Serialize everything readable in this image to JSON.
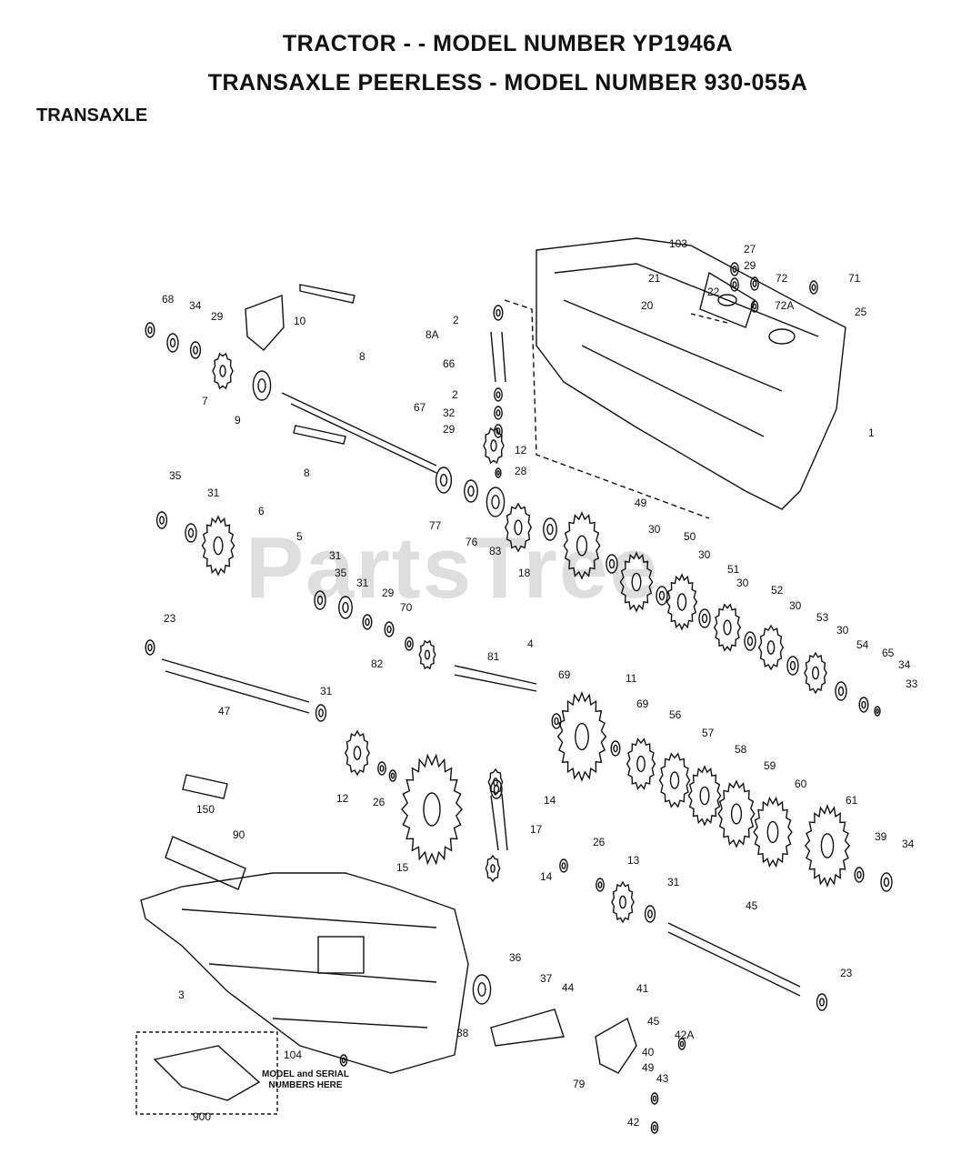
{
  "header": {
    "title_line1": "TRACTOR - - MODEL NUMBER YP1946A",
    "title_line2": "TRANSAXLE PEERLESS - MODEL NUMBER 930-055A",
    "section": "TRANSAXLE"
  },
  "watermark": "PartsTree",
  "note": {
    "line1": "MODEL and SERIAL",
    "line2": "NUMBERS HERE"
  },
  "callouts": [
    {
      "id": "c-103",
      "label": "103"
    },
    {
      "id": "c-27",
      "label": "27"
    },
    {
      "id": "c-29a",
      "label": "29"
    },
    {
      "id": "c-21",
      "label": "21"
    },
    {
      "id": "c-22",
      "label": "22"
    },
    {
      "id": "c-72",
      "label": "72"
    },
    {
      "id": "c-71",
      "label": "71"
    },
    {
      "id": "c-20",
      "label": "20"
    },
    {
      "id": "c-72a",
      "label": "72A"
    },
    {
      "id": "c-25",
      "label": "25"
    },
    {
      "id": "c-1",
      "label": "1"
    },
    {
      "id": "c-68",
      "label": "68"
    },
    {
      "id": "c-34a",
      "label": "34"
    },
    {
      "id": "c-29b",
      "label": "29"
    },
    {
      "id": "c-10",
      "label": "10"
    },
    {
      "id": "c-7",
      "label": "7"
    },
    {
      "id": "c-9",
      "label": "9"
    },
    {
      "id": "c-8a",
      "label": "8"
    },
    {
      "id": "c-8b",
      "label": "8"
    },
    {
      "id": "c-67",
      "label": "67"
    },
    {
      "id": "c-2a",
      "label": "2"
    },
    {
      "id": "c-8A",
      "label": "8A"
    },
    {
      "id": "c-66",
      "label": "66"
    },
    {
      "id": "c-2b",
      "label": "2"
    },
    {
      "id": "c-32",
      "label": "32"
    },
    {
      "id": "c-29c",
      "label": "29"
    },
    {
      "id": "c-12a",
      "label": "12"
    },
    {
      "id": "c-28",
      "label": "28"
    },
    {
      "id": "c-35a",
      "label": "35"
    },
    {
      "id": "c-31a",
      "label": "31"
    },
    {
      "id": "c-6",
      "label": "6"
    },
    {
      "id": "c-77",
      "label": "77"
    },
    {
      "id": "c-76",
      "label": "76"
    },
    {
      "id": "c-83",
      "label": "83"
    },
    {
      "id": "c-18",
      "label": "18"
    },
    {
      "id": "c-49",
      "label": "49"
    },
    {
      "id": "c-5",
      "label": "5"
    },
    {
      "id": "c-30a",
      "label": "30"
    },
    {
      "id": "c-50",
      "label": "50"
    },
    {
      "id": "c-30b",
      "label": "30"
    },
    {
      "id": "c-31b",
      "label": "31"
    },
    {
      "id": "c-35b",
      "label": "35"
    },
    {
      "id": "c-51",
      "label": "51"
    },
    {
      "id": "c-30c",
      "label": "30"
    },
    {
      "id": "c-31c",
      "label": "31"
    },
    {
      "id": "c-29d",
      "label": "29"
    },
    {
      "id": "c-70",
      "label": "70"
    },
    {
      "id": "c-52",
      "label": "52"
    },
    {
      "id": "c-30d",
      "label": "30"
    },
    {
      "id": "c-53",
      "label": "53"
    },
    {
      "id": "c-30e",
      "label": "30"
    },
    {
      "id": "c-54",
      "label": "54"
    },
    {
      "id": "c-65",
      "label": "65"
    },
    {
      "id": "c-34b",
      "label": "34"
    },
    {
      "id": "c-33",
      "label": "33"
    },
    {
      "id": "c-23a",
      "label": "23"
    },
    {
      "id": "c-81",
      "label": "81"
    },
    {
      "id": "c-4",
      "label": "4"
    },
    {
      "id": "c-82",
      "label": "82"
    },
    {
      "id": "c-69a",
      "label": "69"
    },
    {
      "id": "c-11",
      "label": "11"
    },
    {
      "id": "c-69b",
      "label": "69"
    },
    {
      "id": "c-56",
      "label": "56"
    },
    {
      "id": "c-57",
      "label": "57"
    },
    {
      "id": "c-58",
      "label": "58"
    },
    {
      "id": "c-59",
      "label": "59"
    },
    {
      "id": "c-60",
      "label": "60"
    },
    {
      "id": "c-61",
      "label": "61"
    },
    {
      "id": "c-47",
      "label": "47"
    },
    {
      "id": "c-31d",
      "label": "31"
    },
    {
      "id": "c-12b",
      "label": "12"
    },
    {
      "id": "c-26a",
      "label": "26"
    },
    {
      "id": "c-14a",
      "label": "14"
    },
    {
      "id": "c-17",
      "label": "17"
    },
    {
      "id": "c-150",
      "label": "150"
    },
    {
      "id": "c-15",
      "label": "15"
    },
    {
      "id": "c-14b",
      "label": "14"
    },
    {
      "id": "c-26b",
      "label": "26"
    },
    {
      "id": "c-13",
      "label": "13"
    },
    {
      "id": "c-39",
      "label": "39"
    },
    {
      "id": "c-34c",
      "label": "34"
    },
    {
      "id": "c-90",
      "label": "90"
    },
    {
      "id": "c-31e",
      "label": "31"
    },
    {
      "id": "c-45a",
      "label": "45"
    },
    {
      "id": "c-3",
      "label": "3"
    },
    {
      "id": "c-36",
      "label": "36"
    },
    {
      "id": "c-37",
      "label": "37"
    },
    {
      "id": "c-44",
      "label": "44"
    },
    {
      "id": "c-41",
      "label": "41"
    },
    {
      "id": "c-23b",
      "label": "23"
    },
    {
      "id": "c-38",
      "label": "38"
    },
    {
      "id": "c-45b",
      "label": "45"
    },
    {
      "id": "c-42a",
      "label": "42A"
    },
    {
      "id": "c-104",
      "label": "104"
    },
    {
      "id": "c-40",
      "label": "40"
    },
    {
      "id": "c-79",
      "label": "79"
    },
    {
      "id": "c-49b",
      "label": "49"
    },
    {
      "id": "c-43",
      "label": "43"
    },
    {
      "id": "c-900",
      "label": "900"
    },
    {
      "id": "c-42",
      "label": "42"
    }
  ]
}
